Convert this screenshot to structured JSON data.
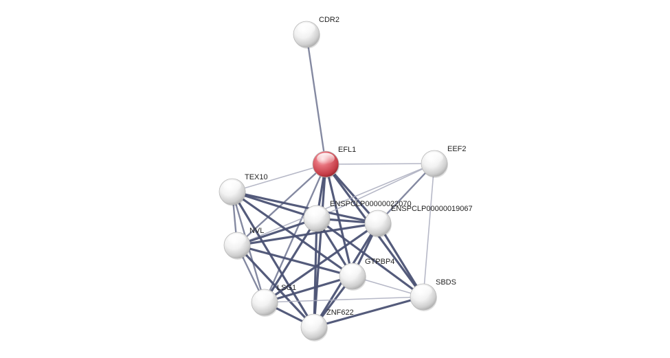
{
  "network": {
    "colors": {
      "node_default": "#e8e8e8",
      "node_query": "#d4545c",
      "edge_strong": "#4b5274",
      "edge_medium": "#6e7491",
      "edge_light": "#a9acbd"
    },
    "nodes": [
      {
        "id": "CDR2",
        "label": "CDR2",
        "query": false
      },
      {
        "id": "EFL1",
        "label": "EFL1",
        "query": true
      },
      {
        "id": "EEF2",
        "label": "EEF2",
        "query": false
      },
      {
        "id": "TEX10",
        "label": "TEX10",
        "query": false
      },
      {
        "id": "ENSPCLP00000022070",
        "label": "ENSPCLP00000022070",
        "query": false
      },
      {
        "id": "ENSPCLP00000019067",
        "label": "ENSPCLP00000019067",
        "query": false
      },
      {
        "id": "NVL",
        "label": "NVL",
        "query": false
      },
      {
        "id": "GTPBP4",
        "label": "GTPBP4",
        "query": false
      },
      {
        "id": "SBDS",
        "label": "SBDS",
        "query": false
      },
      {
        "id": "LSG1",
        "label": "LSG1",
        "query": false
      },
      {
        "id": "ZNF622",
        "label": "ZNF622",
        "query": false
      }
    ],
    "edges": [
      {
        "source": "CDR2",
        "target": "EFL1",
        "weight": "medium"
      },
      {
        "source": "EFL1",
        "target": "EEF2",
        "weight": "light"
      },
      {
        "source": "EFL1",
        "target": "TEX10",
        "weight": "light"
      },
      {
        "source": "EFL1",
        "target": "ENSPCLP00000022070",
        "weight": "strong"
      },
      {
        "source": "EFL1",
        "target": "ENSPCLP00000019067",
        "weight": "strong"
      },
      {
        "source": "EFL1",
        "target": "NVL",
        "weight": "medium"
      },
      {
        "source": "EFL1",
        "target": "GTPBP4",
        "weight": "strong"
      },
      {
        "source": "EFL1",
        "target": "SBDS",
        "weight": "strong"
      },
      {
        "source": "EFL1",
        "target": "LSG1",
        "weight": "medium"
      },
      {
        "source": "EFL1",
        "target": "ZNF622",
        "weight": "strong"
      },
      {
        "source": "EEF2",
        "target": "ENSPCLP00000022070",
        "weight": "light"
      },
      {
        "source": "EEF2",
        "target": "ENSPCLP00000019067",
        "weight": "medium"
      },
      {
        "source": "EEF2",
        "target": "SBDS",
        "weight": "light"
      },
      {
        "source": "EEF2",
        "target": "NVL",
        "weight": "light"
      },
      {
        "source": "TEX10",
        "target": "ENSPCLP00000022070",
        "weight": "strong"
      },
      {
        "source": "TEX10",
        "target": "ENSPCLP00000019067",
        "weight": "strong"
      },
      {
        "source": "TEX10",
        "target": "NVL",
        "weight": "medium"
      },
      {
        "source": "TEX10",
        "target": "GTPBP4",
        "weight": "strong"
      },
      {
        "source": "TEX10",
        "target": "LSG1",
        "weight": "medium"
      },
      {
        "source": "TEX10",
        "target": "ZNF622",
        "weight": "strong"
      },
      {
        "source": "ENSPCLP00000022070",
        "target": "ENSPCLP00000019067",
        "weight": "strong"
      },
      {
        "source": "ENSPCLP00000022070",
        "target": "NVL",
        "weight": "strong"
      },
      {
        "source": "ENSPCLP00000022070",
        "target": "GTPBP4",
        "weight": "strong"
      },
      {
        "source": "ENSPCLP00000022070",
        "target": "SBDS",
        "weight": "strong"
      },
      {
        "source": "ENSPCLP00000022070",
        "target": "LSG1",
        "weight": "strong"
      },
      {
        "source": "ENSPCLP00000022070",
        "target": "ZNF622",
        "weight": "strong"
      },
      {
        "source": "ENSPCLP00000019067",
        "target": "NVL",
        "weight": "strong"
      },
      {
        "source": "ENSPCLP00000019067",
        "target": "GTPBP4",
        "weight": "strong"
      },
      {
        "source": "ENSPCLP00000019067",
        "target": "SBDS",
        "weight": "strong"
      },
      {
        "source": "ENSPCLP00000019067",
        "target": "LSG1",
        "weight": "strong"
      },
      {
        "source": "ENSPCLP00000019067",
        "target": "ZNF622",
        "weight": "strong"
      },
      {
        "source": "NVL",
        "target": "GTPBP4",
        "weight": "strong"
      },
      {
        "source": "NVL",
        "target": "LSG1",
        "weight": "medium"
      },
      {
        "source": "NVL",
        "target": "ZNF622",
        "weight": "strong"
      },
      {
        "source": "GTPBP4",
        "target": "SBDS",
        "weight": "light"
      },
      {
        "source": "GTPBP4",
        "target": "LSG1",
        "weight": "strong"
      },
      {
        "source": "GTPBP4",
        "target": "ZNF622",
        "weight": "strong"
      },
      {
        "source": "SBDS",
        "target": "LSG1",
        "weight": "light"
      },
      {
        "source": "SBDS",
        "target": "ZNF622",
        "weight": "strong"
      },
      {
        "source": "LSG1",
        "target": "ZNF622",
        "weight": "strong"
      }
    ]
  }
}
